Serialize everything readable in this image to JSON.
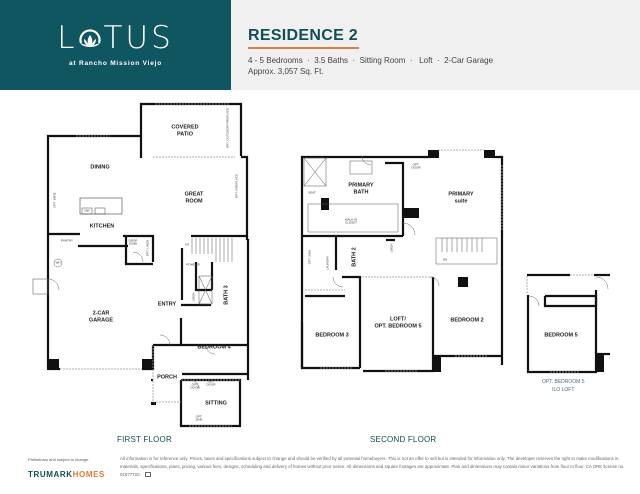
{
  "brand": {
    "logo_word_left": "L",
    "logo_word_right": "TUS",
    "logo_tagline": "at Rancho Mission Viejo",
    "bg_color": "#0f5660",
    "accent_color": "#d9803c"
  },
  "header": {
    "title": "RESIDENCE 2",
    "features": "4 - 5 Bedrooms  ·  3.5 Baths  ·  Sitting Room  ·   Loft  ·  2-Car Garage",
    "sqft": "Approx. 3,057 Sq. Ft."
  },
  "first_floor": {
    "title": "FIRST FLOOR",
    "rooms": {
      "covered_patio": "COVERED\nPATIO",
      "dining": "DINING",
      "great_room": "GREAT\nROOM",
      "kitchen": "KITCHEN",
      "pantry": "PANTRY",
      "garage": "2-CAR\nGARAGE",
      "entry": "ENTRY",
      "bath3": "BATH 3",
      "bedroom4": "BEDROOM 4",
      "porch": "PORCH",
      "sitting": "SITTING",
      "dw": "DW",
      "wh": "WH",
      "drop_zone": "DROP\nZONE",
      "opt_fireplace": "OPT. FIREPLACE",
      "opt_outdoor_fireplace": "OPT. OUTDOOR FIREPLACE",
      "opt_door": "OPT.\nDOOR",
      "opt_door2": "OPT.\nDOOR",
      "opt_sink": "OPT.\nSINK",
      "powder": "POWDER",
      "linen": "LINEN",
      "opt_wine": "OPT. WINE",
      "opt_linen": "OPT. LINEN",
      "up": "UP"
    }
  },
  "second_floor": {
    "title": "SECOND FLOOR",
    "rooms": {
      "primary_bath": "PRIMARY\nBATH",
      "primary_suite": "PRIMARY\nsuite",
      "walk_in_closet": "WALK-IN\nCLOSET",
      "seat": "SEAT",
      "opt_door": "OPT.\nDOOR",
      "laundry": "LAUNDRY",
      "opt_laundry_sink": "OPT. SINK",
      "bath2": "BATH 2",
      "linen": "LINEN",
      "loft": "LOFT/\nOPT. BEDROOM 5",
      "bedroom2": "BEDROOM 2",
      "bedroom3": "BEDROOM 3",
      "dn": "DN"
    }
  },
  "option": {
    "room": "BEDROOM 5",
    "caption": "OPT. BEDROOM 5\nILO LOFT"
  },
  "footer": {
    "prelim": "Preliminary and subject to change.",
    "brand_left": "TRUMARK",
    "brand_right": "HOMES",
    "disclaimer": "All information is for reference only. Prices, taxes and specifications subject to change and should be verified by all potential homebuyers. This is not an offer to sell but is intended for information only. The developer reserves the right to make modifications in materials, specifications, plans, pricing, various fees, designs, scheduling and delivery of homes without prior notice. All dimensions and square footages are approximate. Plan and dimensions may contain minor variations from floor to floor. CA DRE license no. 01877720.",
    "equal_housing_icon": "equal-housing-icon"
  }
}
